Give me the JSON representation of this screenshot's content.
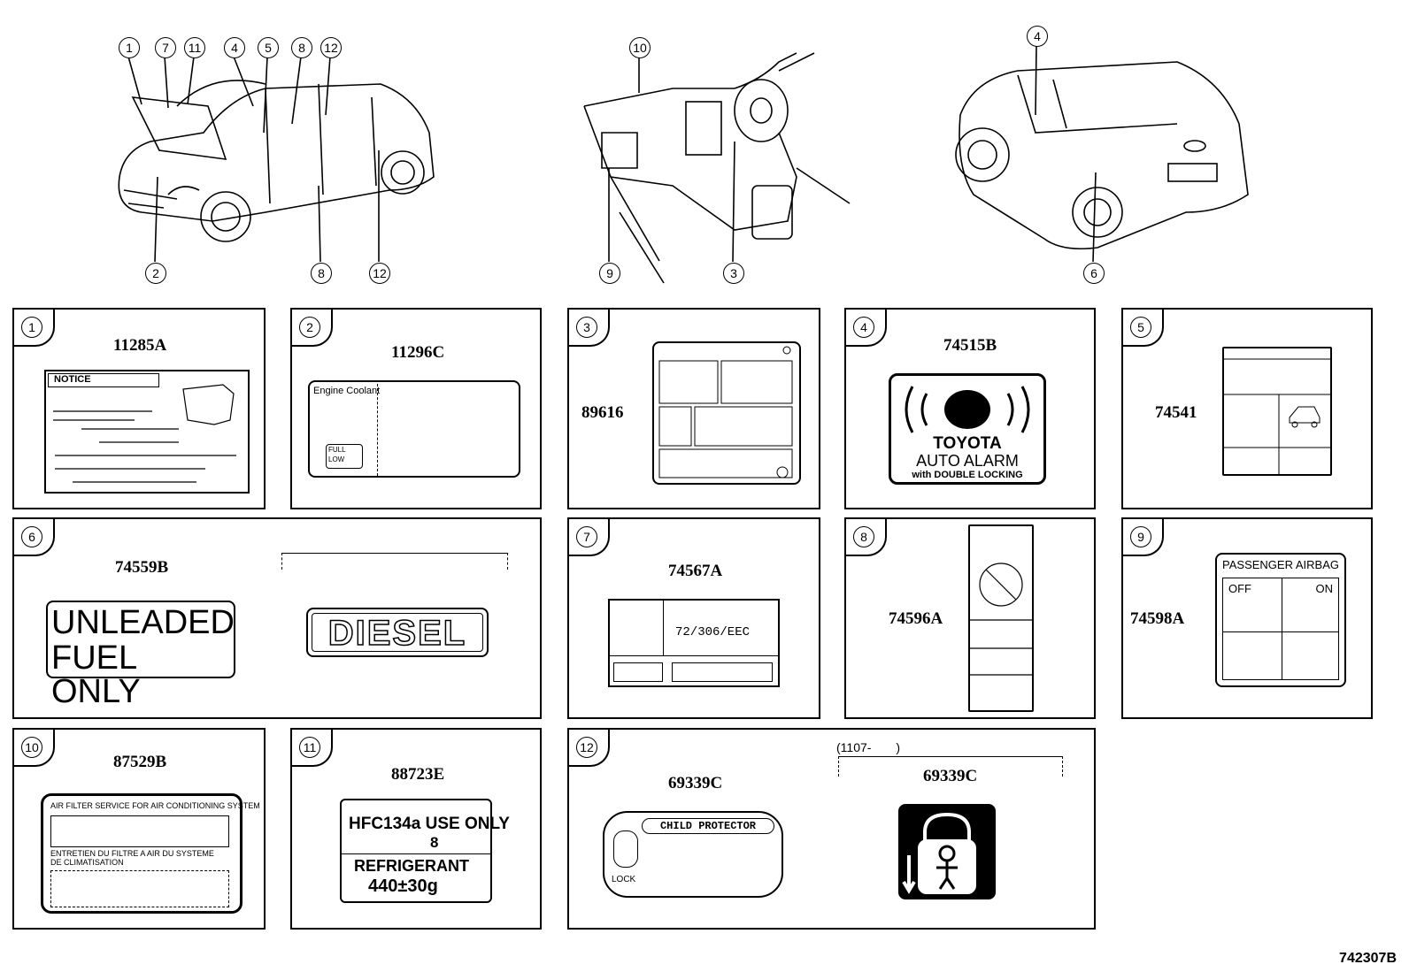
{
  "overview": {
    "callouts_front": [
      "1",
      "7",
      "11",
      "4",
      "5",
      "8",
      "12",
      "2",
      "8",
      "12"
    ],
    "callouts_interior": [
      "10",
      "9",
      "3"
    ],
    "callouts_rear": [
      "4",
      "6"
    ]
  },
  "panels": [
    {
      "num": "1",
      "part": "11285A",
      "notice": "NOTICE"
    },
    {
      "num": "2",
      "part": "11296C",
      "title": "Engine Coolant",
      "full": "FULL",
      "low": "LOW"
    },
    {
      "num": "3",
      "part": "89616"
    },
    {
      "num": "4",
      "part": "74515B",
      "line1": "TOYOTA",
      "line2": "AUTO ALARM",
      "line3": "with DOUBLE LOCKING"
    },
    {
      "num": "5",
      "part": "74541"
    },
    {
      "num": "6",
      "part": "74559B",
      "line1": "UNLEADED",
      "line2": "FUEL ONLY",
      "alt": "DIESEL"
    },
    {
      "num": "7",
      "part": "74567A",
      "text": "72/306/EEC"
    },
    {
      "num": "8",
      "part": "74596A"
    },
    {
      "num": "9",
      "part": "74598A",
      "title": "PASSENGER AIRBAG",
      "off": "OFF",
      "on": "ON"
    },
    {
      "num": "10",
      "part": "87529B",
      "line1": "AIR FILTER SERVICE FOR AIR CONDITIONING SYSTEM",
      "line2": "ENTRETIEN DU FILTRE A AIR DU SYSTEME",
      "line3": "DE CLIMATISATION"
    },
    {
      "num": "11",
      "part": "88723E",
      "line1": "HFC134a USE ONLY",
      "line2": "8",
      "line3": "REFRIGERANT",
      "line4": "440±30g"
    },
    {
      "num": "12",
      "part": "69339C",
      "part2": "69339C",
      "range": "(1107-　　)",
      "child": "CHILD PROTECTOR",
      "lock": "LOCK"
    }
  ],
  "diagram_code": "742307B"
}
